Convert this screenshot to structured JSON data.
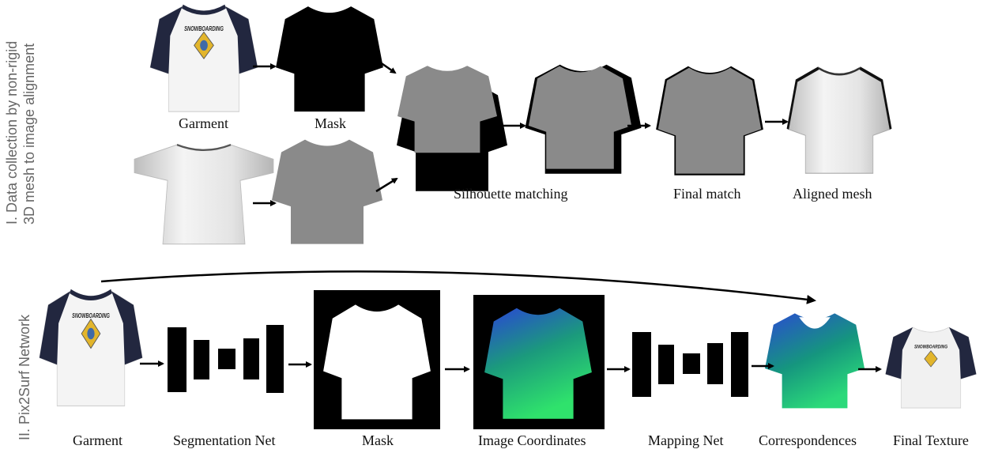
{
  "section1": {
    "side_line1": "I. Data collection by non-rigid",
    "side_line2": "3D mesh to image alignment",
    "labels": {
      "garment": "Garment",
      "mask": "Mask",
      "silhouette": "Silhouette matching",
      "final_match": "Final match",
      "aligned": "Aligned mesh"
    }
  },
  "section2": {
    "side": "II. Pix2Surf Network",
    "labels": {
      "garment": "Garment",
      "seg_net": "Segmentation Net",
      "mask": "Mask",
      "img_coords": "Image Coordinates",
      "mapping_net": "Mapping Net",
      "correspondences": "Correspondences",
      "final_texture": "Final Texture"
    }
  },
  "shirt_text": "SNOWBOARDING",
  "colors": {
    "sleeve_navy": "#22273f",
    "shirt_white": "#f3f3f3",
    "mask_black": "#000000",
    "silhouette_gray": "#8a8a8a",
    "mesh_gray": "#d9d9d9",
    "emblem_gold": "#e2b52c"
  }
}
